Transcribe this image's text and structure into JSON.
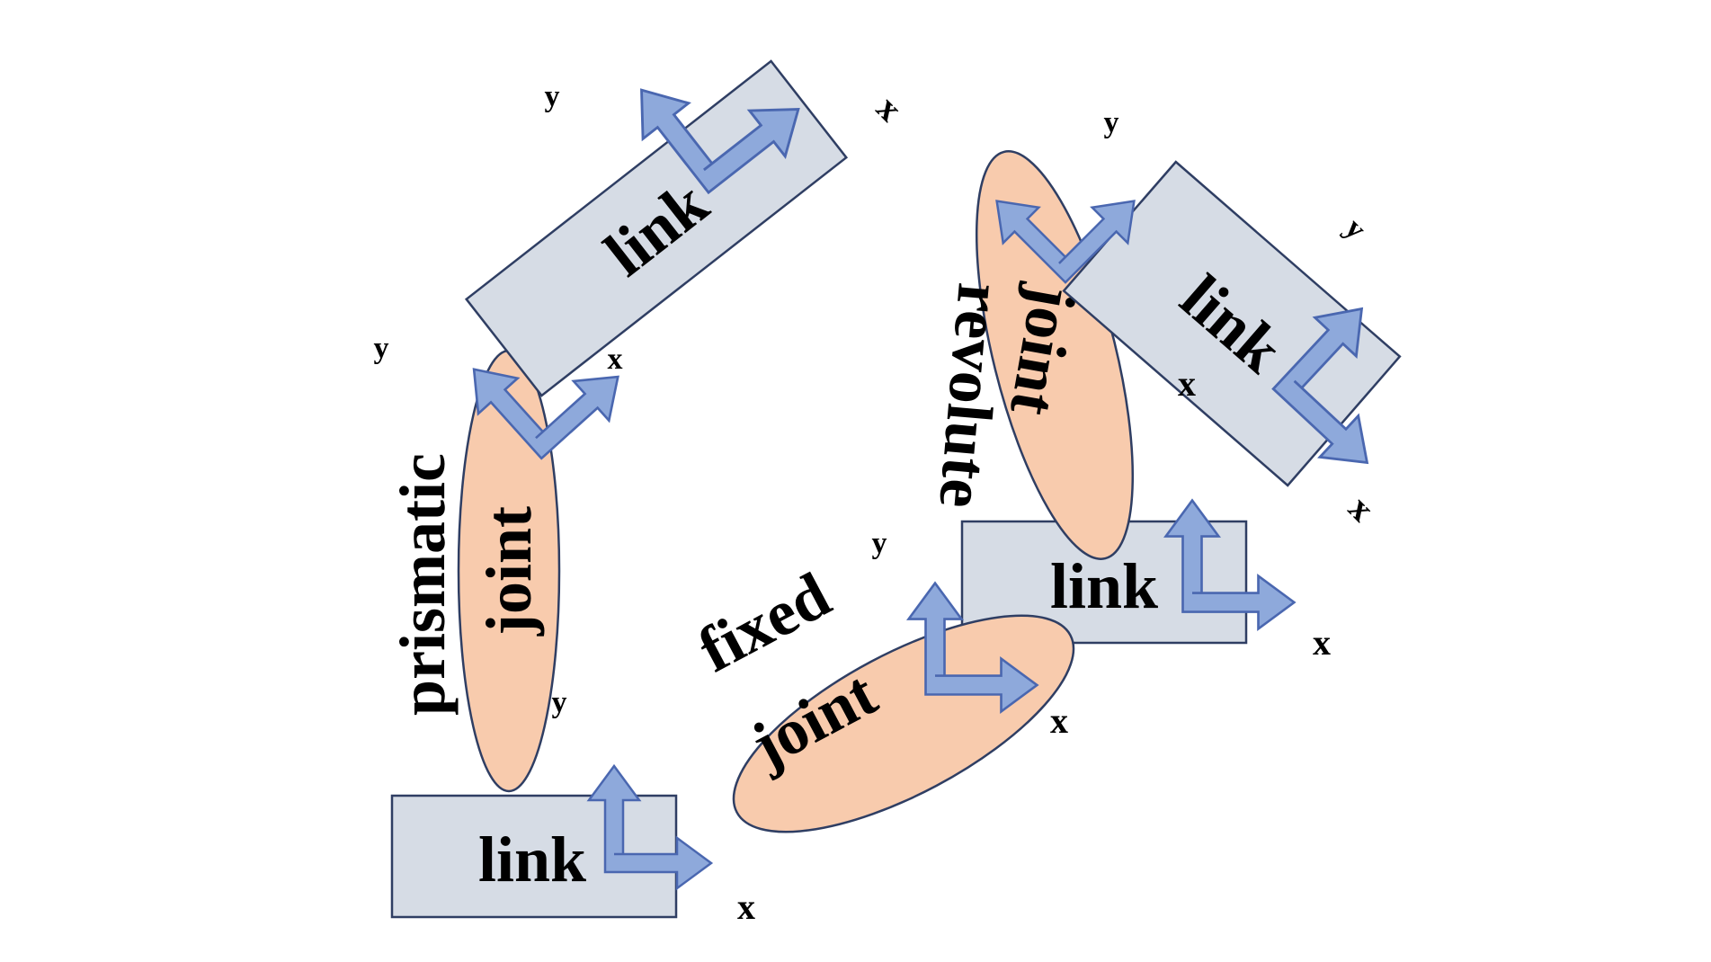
{
  "colors": {
    "link_fill": "#d6dce5",
    "link_stroke": "#2f3e63",
    "joint_fill": "#f8cbad",
    "arrow_fill": "#8ea9db",
    "arrow_stroke": "#4a67b0",
    "text": "#000000"
  },
  "links": [
    {
      "id": "bottom-left",
      "label": "link"
    },
    {
      "id": "top-left",
      "label": "link"
    },
    {
      "id": "center-right",
      "label": "link"
    },
    {
      "id": "top-right",
      "label": "link"
    }
  ],
  "joints": [
    {
      "id": "prismatic",
      "type_label": "prismatic",
      "label": "joint"
    },
    {
      "id": "fixed",
      "type_label": "fixed",
      "label": "joint"
    },
    {
      "id": "revolute",
      "type_label": "revolute",
      "label": "joint"
    }
  ],
  "axes": {
    "x_label": "x",
    "y_label": "y"
  }
}
